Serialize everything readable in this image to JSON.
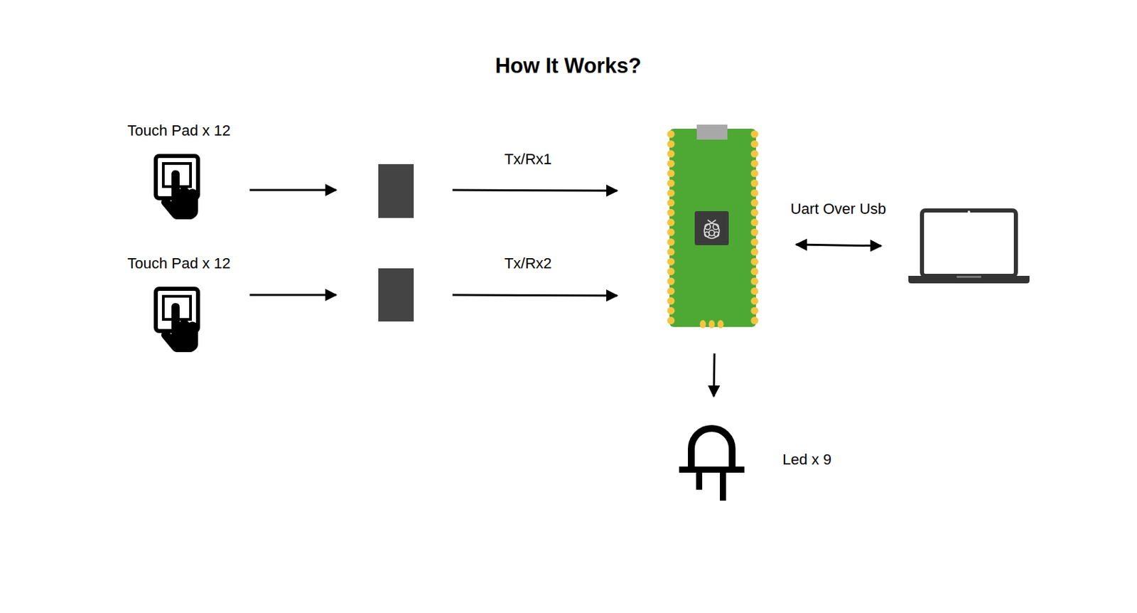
{
  "diagram": {
    "title": "How It Works?",
    "nodes": [
      {
        "text": [
          "Touch Pad x 12"
        ]
      },
      {
        "text": [
          "Touch Pad x 12"
        ]
      },
      {
        "text": [
          "Led x 9"
        ]
      }
    ],
    "labels": [
      "Tx/Rx1",
      "Tx/Rx2",
      "Uart Over Usb"
    ]
  }
}
